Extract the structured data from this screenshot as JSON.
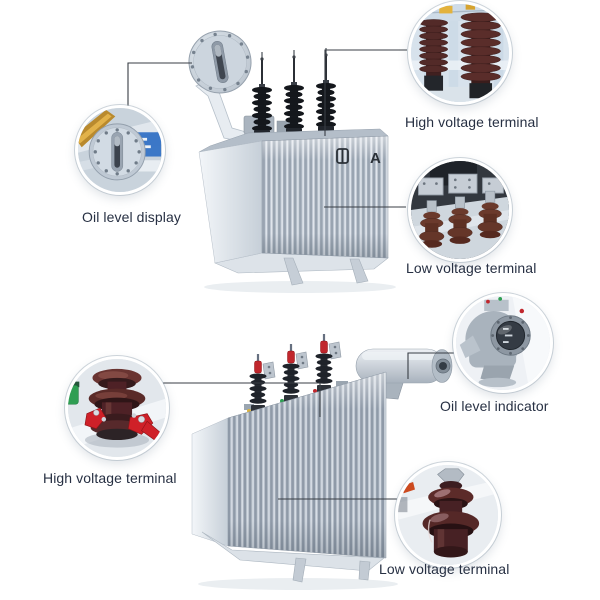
{
  "palette": {
    "background": "#ffffff",
    "label_text": "#273043",
    "connector_line": "#383d44",
    "callout_ring": "#ffffff",
    "tank_steel": "#cfd7e0",
    "fin_shadow": "#97a2af",
    "bushing_black": "#16191f",
    "porcelain_maroon": "#4e2126",
    "clamp_red": "#cf2028",
    "fitting_green": "#2f9e53",
    "beam_gold": "#c99a36"
  },
  "top_figure": {
    "tank_marking": "A",
    "callouts": [
      {
        "id": "oil-level-display",
        "label": "Oil level display"
      },
      {
        "id": "high-voltage-terminal",
        "label": "High voltage terminal"
      },
      {
        "id": "low-voltage-terminal",
        "label": "Low voltage terminal"
      }
    ]
  },
  "bottom_figure": {
    "callouts": [
      {
        "id": "high-voltage-terminal",
        "label": "High voltage terminal"
      },
      {
        "id": "oil-level-indicator",
        "label": "Oil level indicator"
      },
      {
        "id": "low-voltage-terminal",
        "label": "Low voltage terminal"
      }
    ]
  }
}
